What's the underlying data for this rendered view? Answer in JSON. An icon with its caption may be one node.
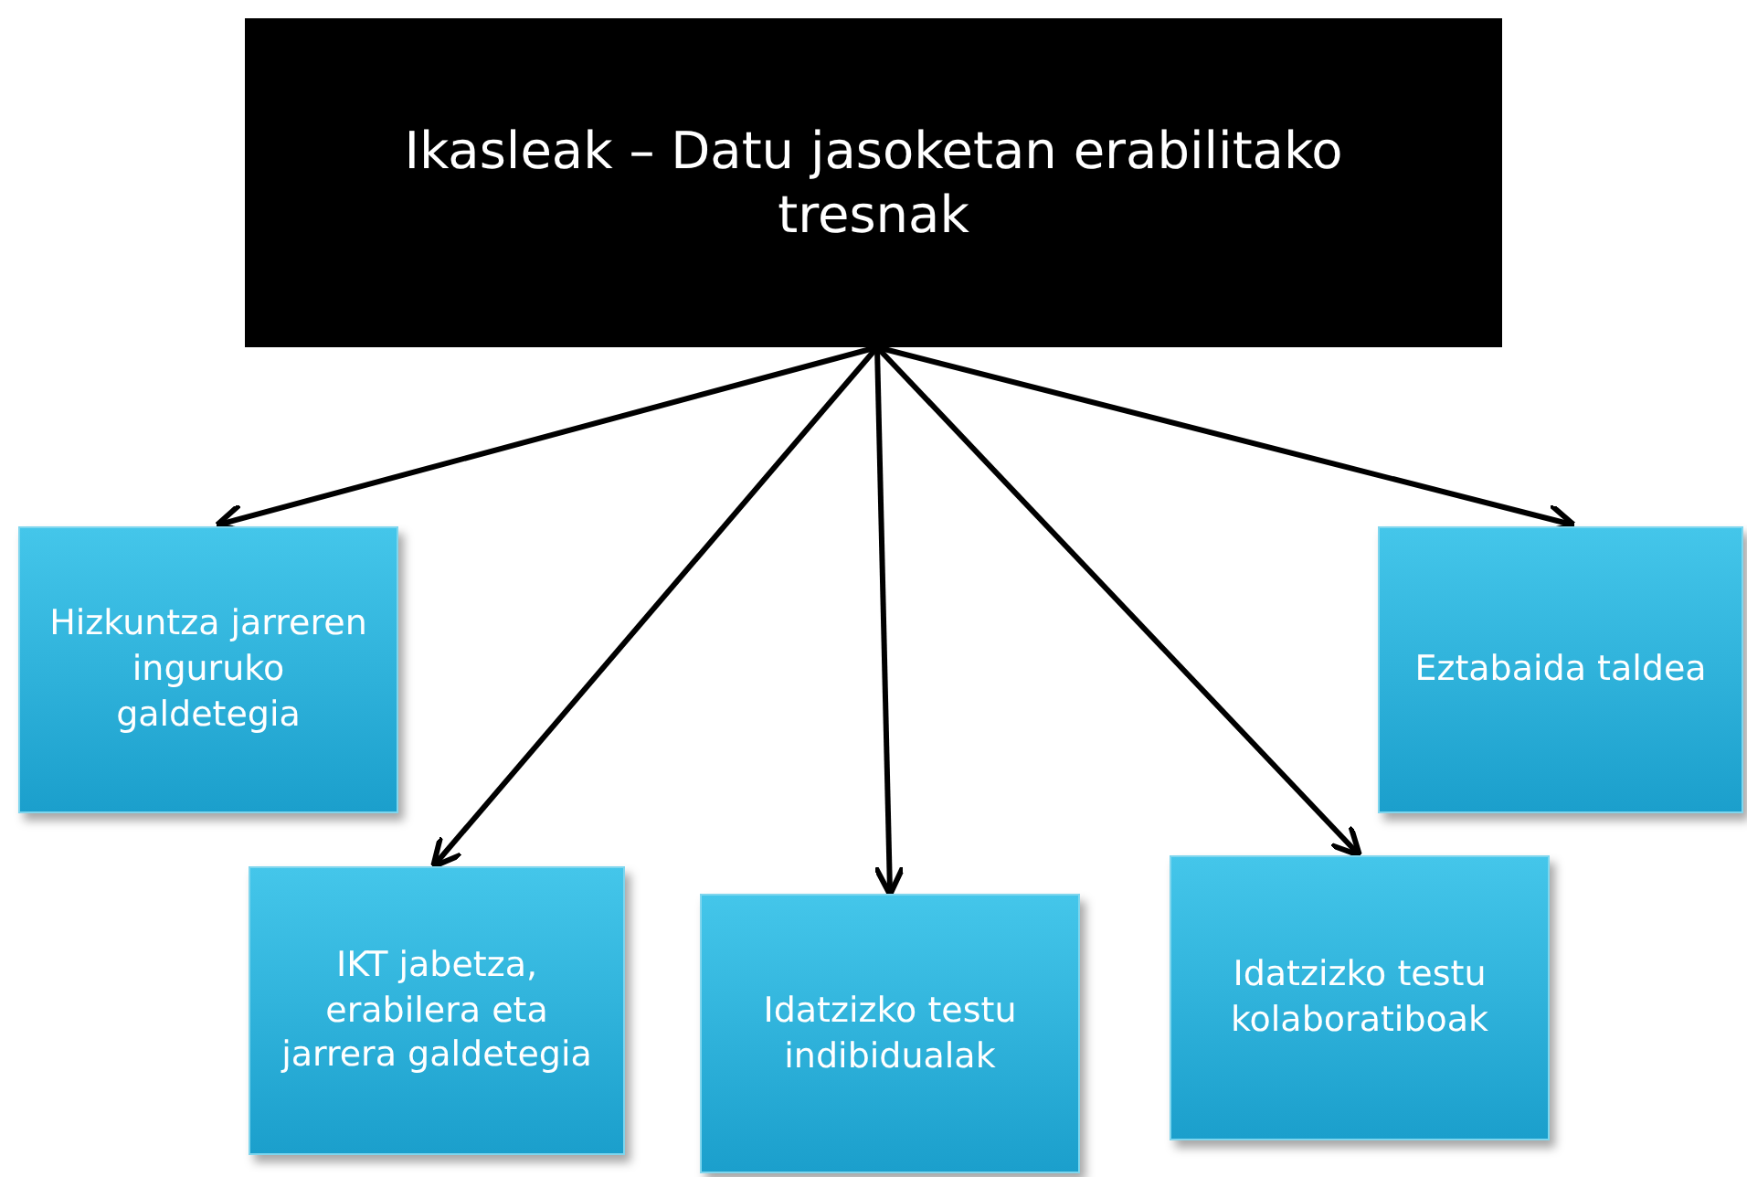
{
  "diagram": {
    "nodes": [
      {
        "text": [
          "Ikasleak – Datu jasoketan erabilitako tresnak"
        ]
      },
      {
        "text": [
          "Hizkuntza jarreren inguruko galdetegia"
        ]
      },
      {
        "text": [
          "IKT jabetza, erabilera eta jarrera galdetegia"
        ]
      },
      {
        "text": [
          "Idatzizko testu indibidualak"
        ]
      },
      {
        "text": [
          "Idatzizko testu kolaboratiboak"
        ]
      },
      {
        "text": [
          "Eztabaida taldea"
        ]
      }
    ],
    "edges": [
      {
        "from": 0,
        "to": 1,
        "arrow": "to"
      },
      {
        "from": 0,
        "to": 2,
        "arrow": "to"
      },
      {
        "from": 0,
        "to": 3,
        "arrow": "to"
      },
      {
        "from": 0,
        "to": 4,
        "arrow": "to"
      },
      {
        "from": 0,
        "to": 5,
        "arrow": "to"
      }
    ]
  }
}
